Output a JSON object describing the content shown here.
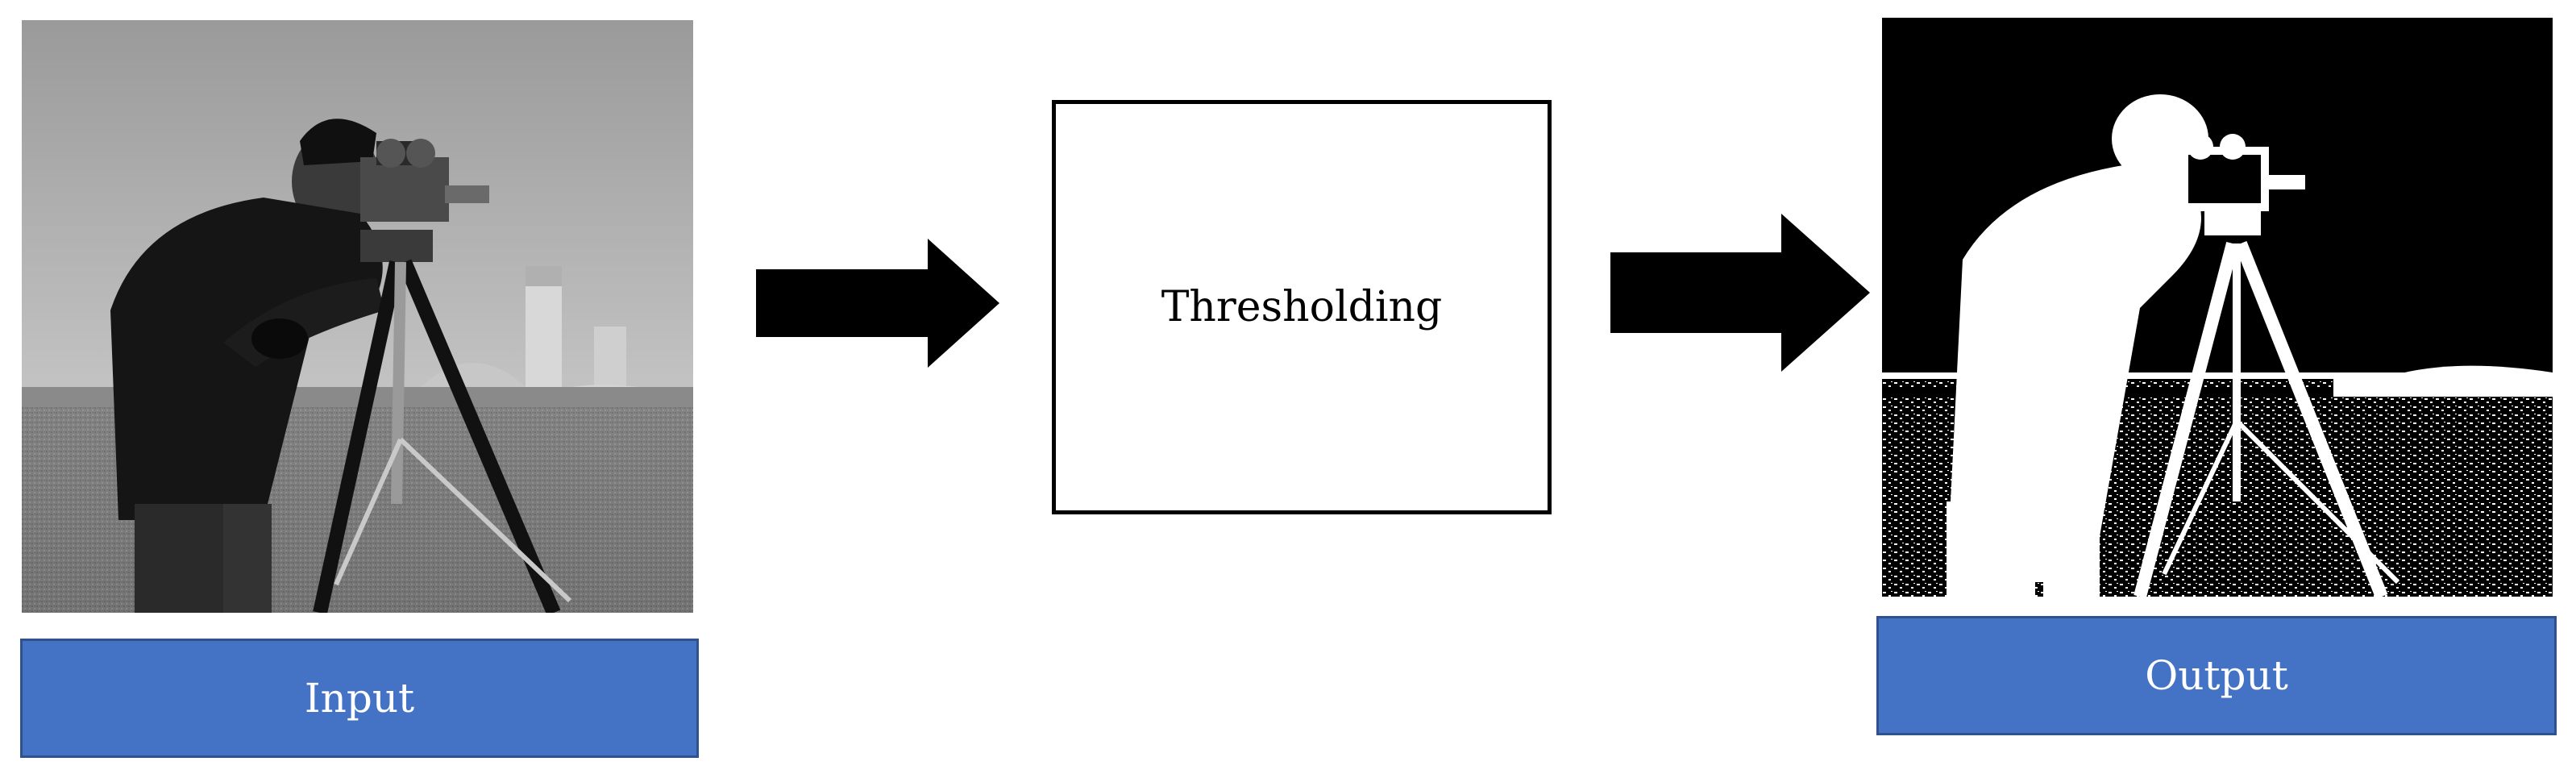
{
  "input_label": "Input",
  "process_label": "Thresholding",
  "output_label": "Output",
  "colors": {
    "label_fill": "#4472c4",
    "label_border": "#2f528f",
    "label_text": "#ffffff",
    "arrow": "#000000",
    "box_border": "#000000"
  },
  "icons": {
    "input_image": "cameraman-grayscale-photo",
    "output_image": "cameraman-binary-threshold-image",
    "arrow": "right-arrow-icon"
  }
}
